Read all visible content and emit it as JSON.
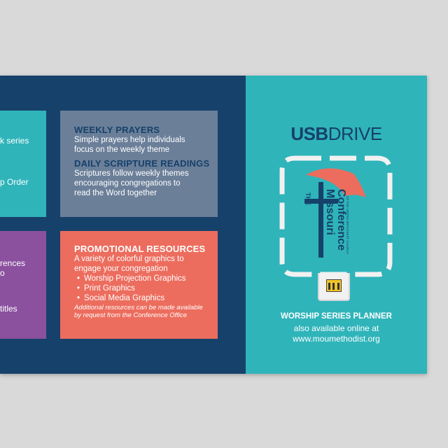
{
  "left_fragments": {
    "teal_line1": "k series",
    "teal_line2": "p Order",
    "purple_line1": "rences",
    "purple_line2": "o",
    "purple_line3": "titles"
  },
  "weekly_prayers": {
    "heading": "WEEKLY PRAYERS",
    "text_line1": "Simple prayers help individuals",
    "text_line2": "focus on the weekly theme"
  },
  "daily_readings": {
    "heading": "DAILY SCRIPTURE READINGS",
    "text_line1": "Scriptures follow weekly themes",
    "text_line2": "encouraging congregations to",
    "text_line3": "read the Word together"
  },
  "promotional": {
    "heading": "PROMOTIONAL RESOURCES",
    "text_line1": "A variety of colorful graphics to",
    "text_line2": "engage your congregation",
    "bullets": [
      "Worship Projection Graphics",
      "Print Graphics",
      "Social Media Graphics"
    ],
    "note_line1": "Additional resources can be made available",
    "note_line2": "by request from the Conference Office"
  },
  "usb": {
    "title_bold": "USB",
    "title_rest": "DRIVE",
    "logo_the": "THE",
    "logo_missouri": "Missouri",
    "logo_conference": "Conference",
    "logo_small": "OF THE UNITED METHODIST CHURCH",
    "tagline1": "WORSHIP SERIES PLANNER",
    "tagline2": "also available online at",
    "tagline3": "www.moumethodist.org"
  },
  "colors": {
    "navy": "#16416a",
    "teal": "#2fb4ba",
    "purple": "#8b519f",
    "slate": "#6b7f99",
    "coral": "#ec6d5e",
    "usb_gold": "#f2c526"
  }
}
